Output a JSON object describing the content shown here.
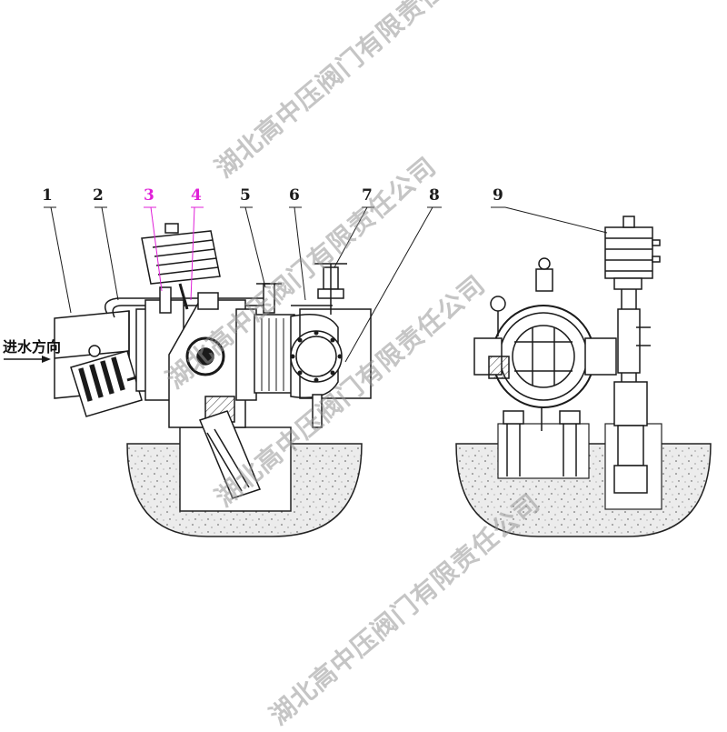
{
  "callouts": {
    "c1": "1",
    "c2": "2",
    "c3": "3",
    "c4": "4",
    "c5": "5",
    "c6": "6",
    "c7": "7",
    "c8": "8",
    "c9": "9"
  },
  "flow_direction_label": "进水方向",
  "watermark": "湖北高中压阀门有限责任公司",
  "colors": {
    "line": "#1a1a1a",
    "callout_highlight": "#e020d8",
    "foundation_fill": "#e9e9e9",
    "watermark": "#969696"
  }
}
